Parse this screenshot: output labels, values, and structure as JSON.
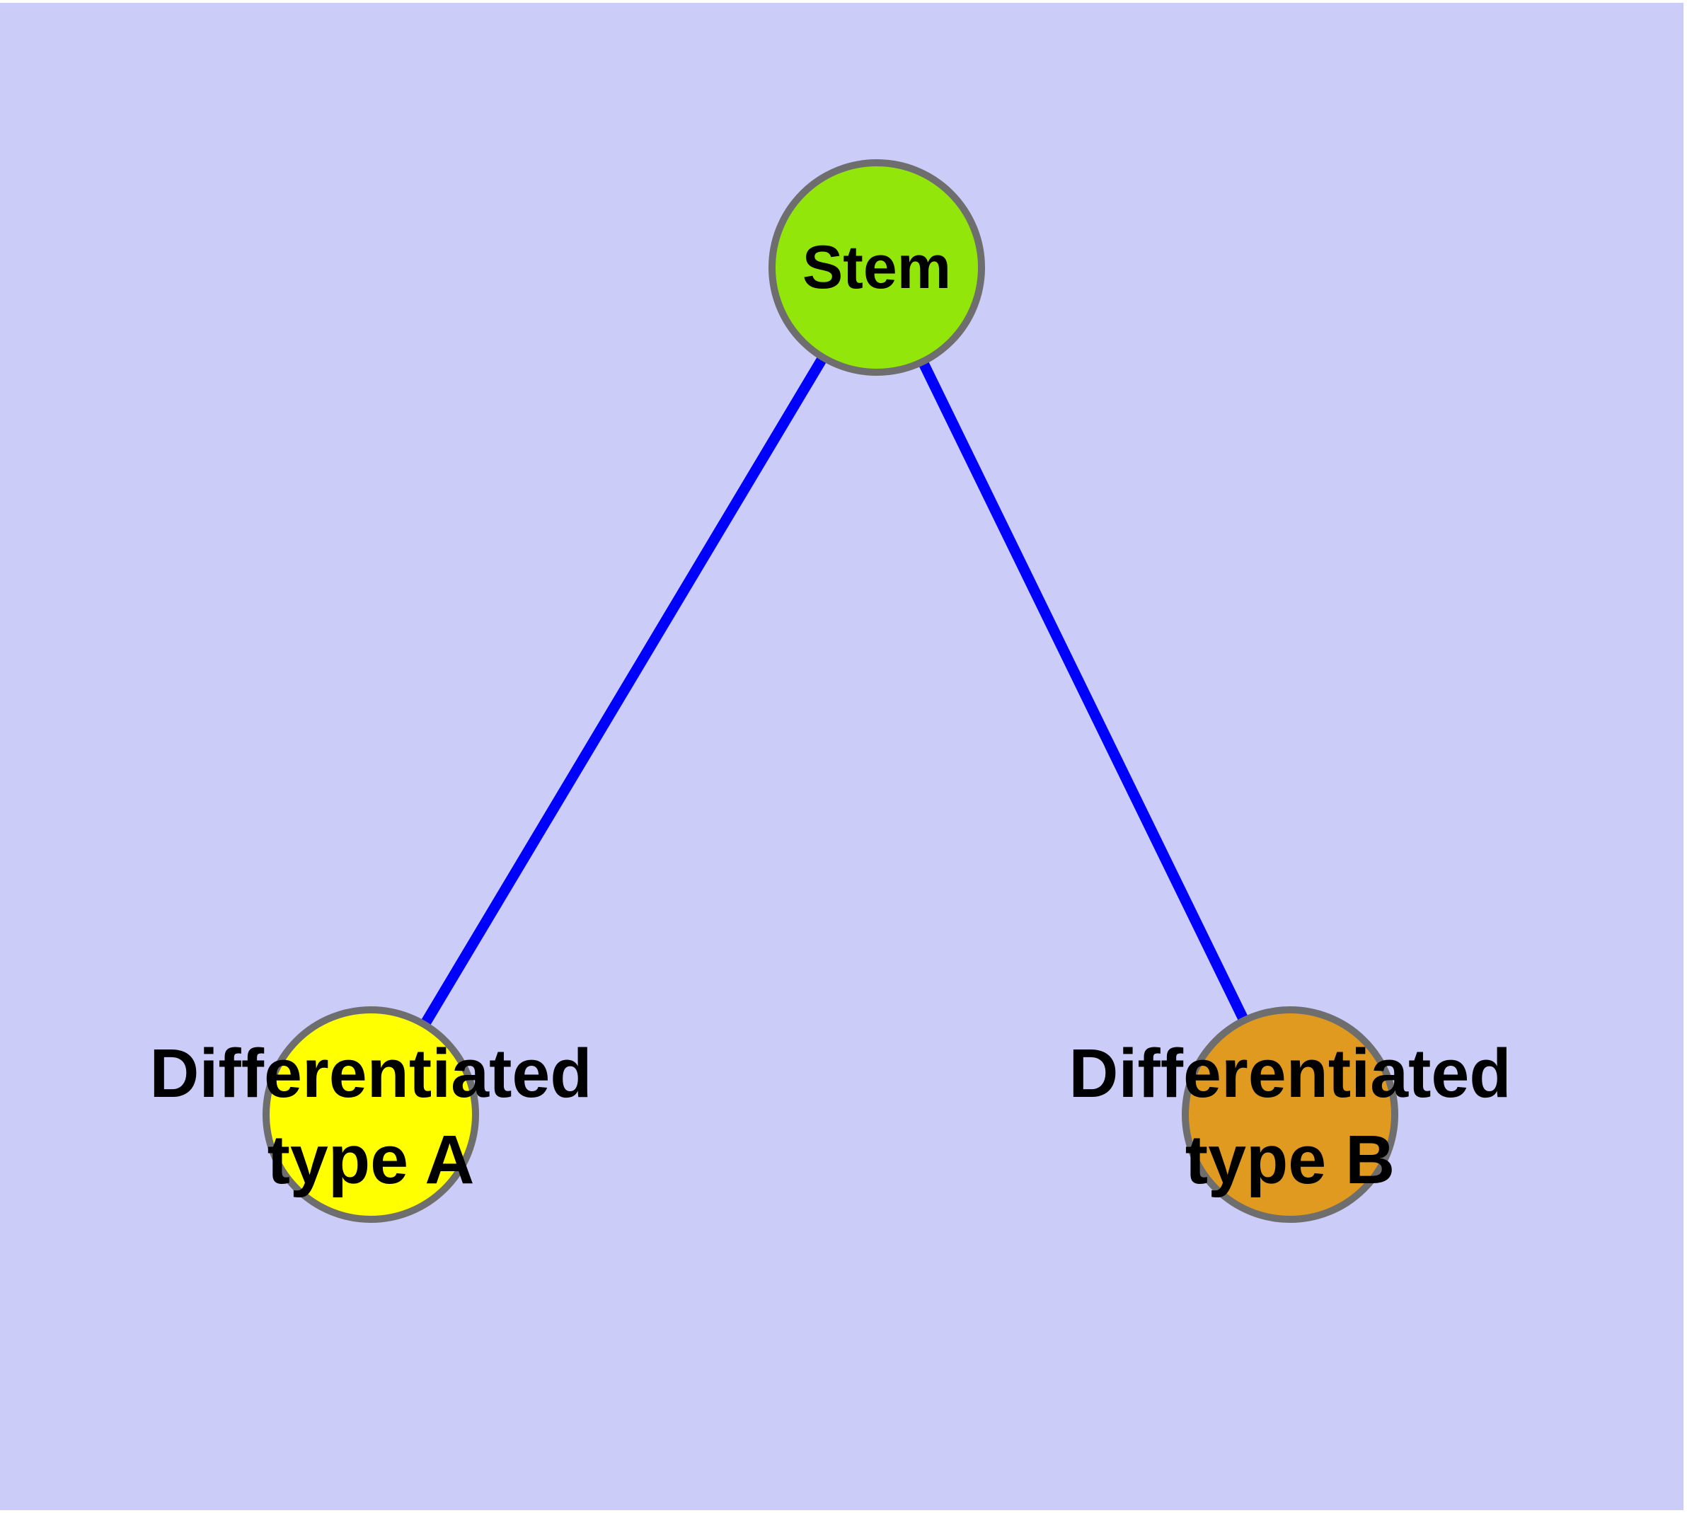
{
  "diagram": {
    "background_color": "#CCCCF8",
    "margin_color": "#FFFFFF",
    "edge_color": "#0000FF",
    "node_border_color": "#6E6E6E",
    "text_color": "#000000",
    "nodes": {
      "stem": {
        "label": "Stem",
        "fill_color": "#92E60A"
      },
      "type_a": {
        "label_line1": "Differentiated",
        "label_line2": "type A",
        "fill_color": "#FFFF00"
      },
      "type_b": {
        "label_line1": "Differentiated",
        "label_line2": "type B",
        "fill_color": "#E09A20"
      }
    },
    "edges": [
      {
        "from": "stem",
        "to": "type_a"
      },
      {
        "from": "stem",
        "to": "type_b"
      }
    ]
  }
}
